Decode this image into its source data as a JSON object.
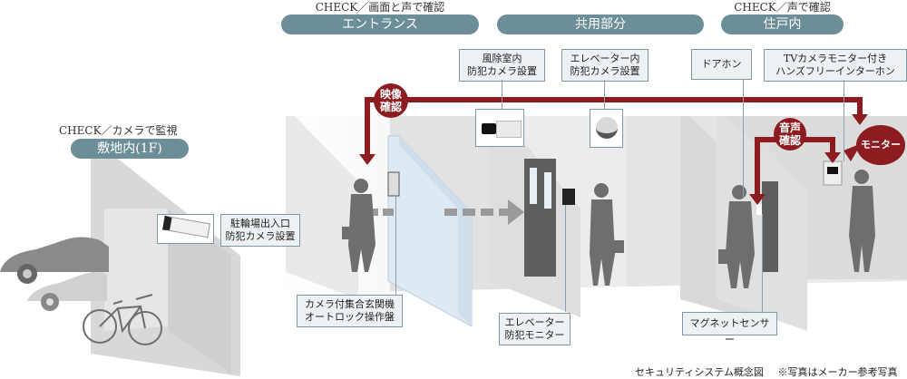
{
  "zones": [
    {
      "id": "site",
      "check": "CHECK／カメラで監視",
      "label": "敷地内(1F)"
    },
    {
      "id": "entrance",
      "check": "CHECK／画面と声で確認",
      "label": "エントランス"
    },
    {
      "id": "common",
      "check": "",
      "label": "共用部分"
    },
    {
      "id": "dwelling",
      "check": "CHECK／声で確認",
      "label": "住戸内"
    }
  ],
  "callouts": {
    "bicycle_camera": "駐輪場出入口\n防犯カメラ設置",
    "vestibule_camera": "風除室内\n防犯カメラ設置",
    "elevator_camera": "エレベーター内\n防犯カメラ設置",
    "door_phone": "ドアホン",
    "tv_intercom": "TVカメラモニター付き\nハンズフリーインターホン",
    "entrance_panel": "カメラ付集合玄関機\nオートロック操作盤",
    "elevator_monitor": "エレベーター\n防犯モニター",
    "magnet_sensor": "マグネットセンサー"
  },
  "badges": {
    "video_check": "映像\n確認",
    "audio_check": "音声\n確認",
    "monitor": "モニター"
  },
  "footer": {
    "title": "セキュリティシステム概念図",
    "note": "※写真はメーカー参考写真"
  },
  "colors": {
    "accent_red": "#8c1c20",
    "pill": "#6b8e99",
    "label_border": "#7d97a3",
    "silhouette": "#6e6e6e"
  }
}
